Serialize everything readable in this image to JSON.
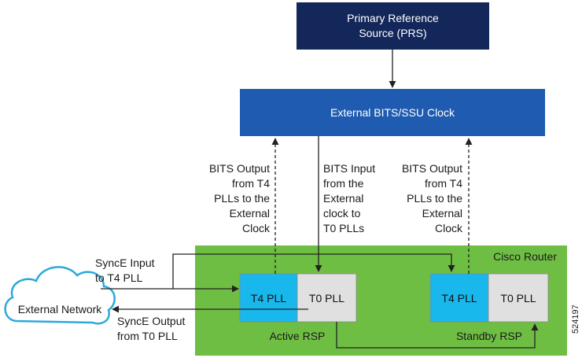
{
  "prs": {
    "line1": "Primary Reference",
    "line2": "Source (PRS)"
  },
  "bits_clock": {
    "label": "External BITS/SSU Clock"
  },
  "annotations": {
    "bits_output_left": [
      "BITS Output",
      "from T4",
      "PLLs to the",
      "External",
      "Clock"
    ],
    "bits_input": [
      "BITS Input",
      "from the",
      "External",
      "clock to",
      "T0 PLLs"
    ],
    "bits_output_right": [
      "BITS Output",
      "from T4",
      "PLLs to the",
      "External",
      "Clock"
    ],
    "synce_input": [
      "SyncE Input",
      "to T4 PLL"
    ],
    "synce_output": [
      "SyncE Output",
      "from T0 PLL"
    ]
  },
  "router": {
    "label": "Cisco Router"
  },
  "active_rsp": {
    "label": "Active RSP",
    "t4": "T4 PLL",
    "t0": "T0 PLL"
  },
  "standby_rsp": {
    "label": "Standby RSP",
    "t4": "T4 PLL",
    "t0": "T0 PLL"
  },
  "external_network": {
    "label": "External Network"
  },
  "figure_id": "524197",
  "colors": {
    "prs_fill": "#13275a",
    "bits_fill": "#1f5bb0",
    "router_fill": "#6fbe44",
    "t4_fill": "#19b8ec",
    "t0_fill": "#e0e0e0",
    "cloud_stroke": "#2ea8dc"
  }
}
